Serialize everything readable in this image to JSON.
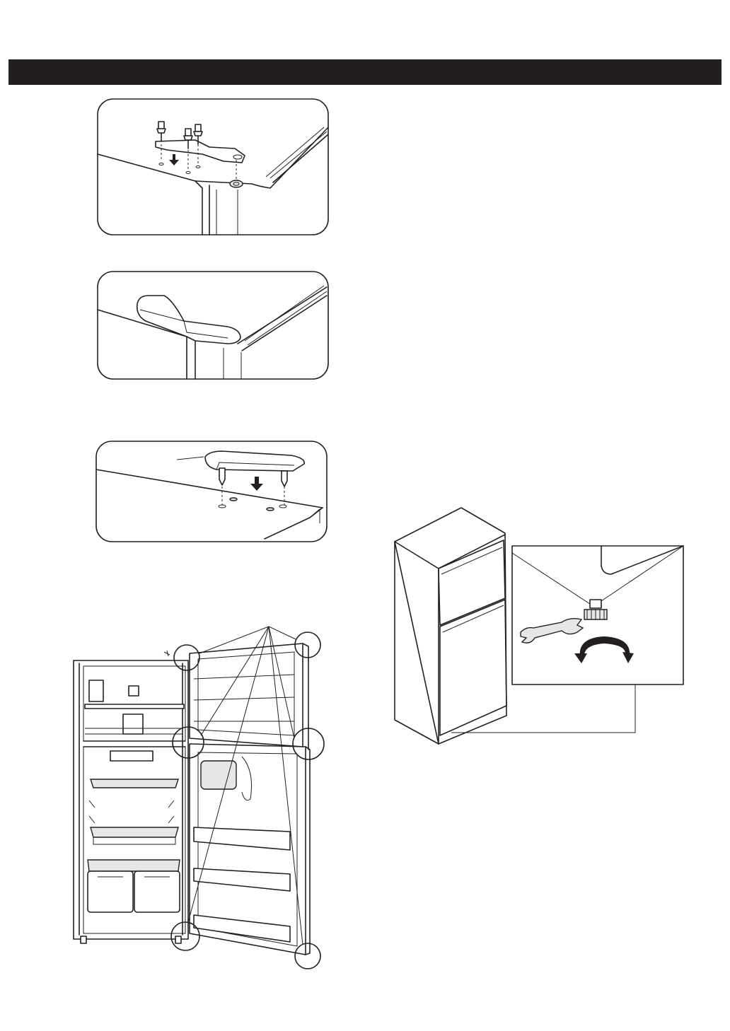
{
  "page": {
    "header": {
      "title": ""
    },
    "figures": [
      {
        "icon": "hinge-bracket-bolts-illustration"
      },
      {
        "icon": "hinge-cover-illustration"
      },
      {
        "icon": "hinge-cover-pins-illustration"
      },
      {
        "icon": "refrigerator-open-doors-illustration"
      },
      {
        "icon": "leveling-foot-wrench-illustration"
      }
    ],
    "colors": {
      "ink": "#231f20",
      "paper": "#ffffff"
    }
  }
}
